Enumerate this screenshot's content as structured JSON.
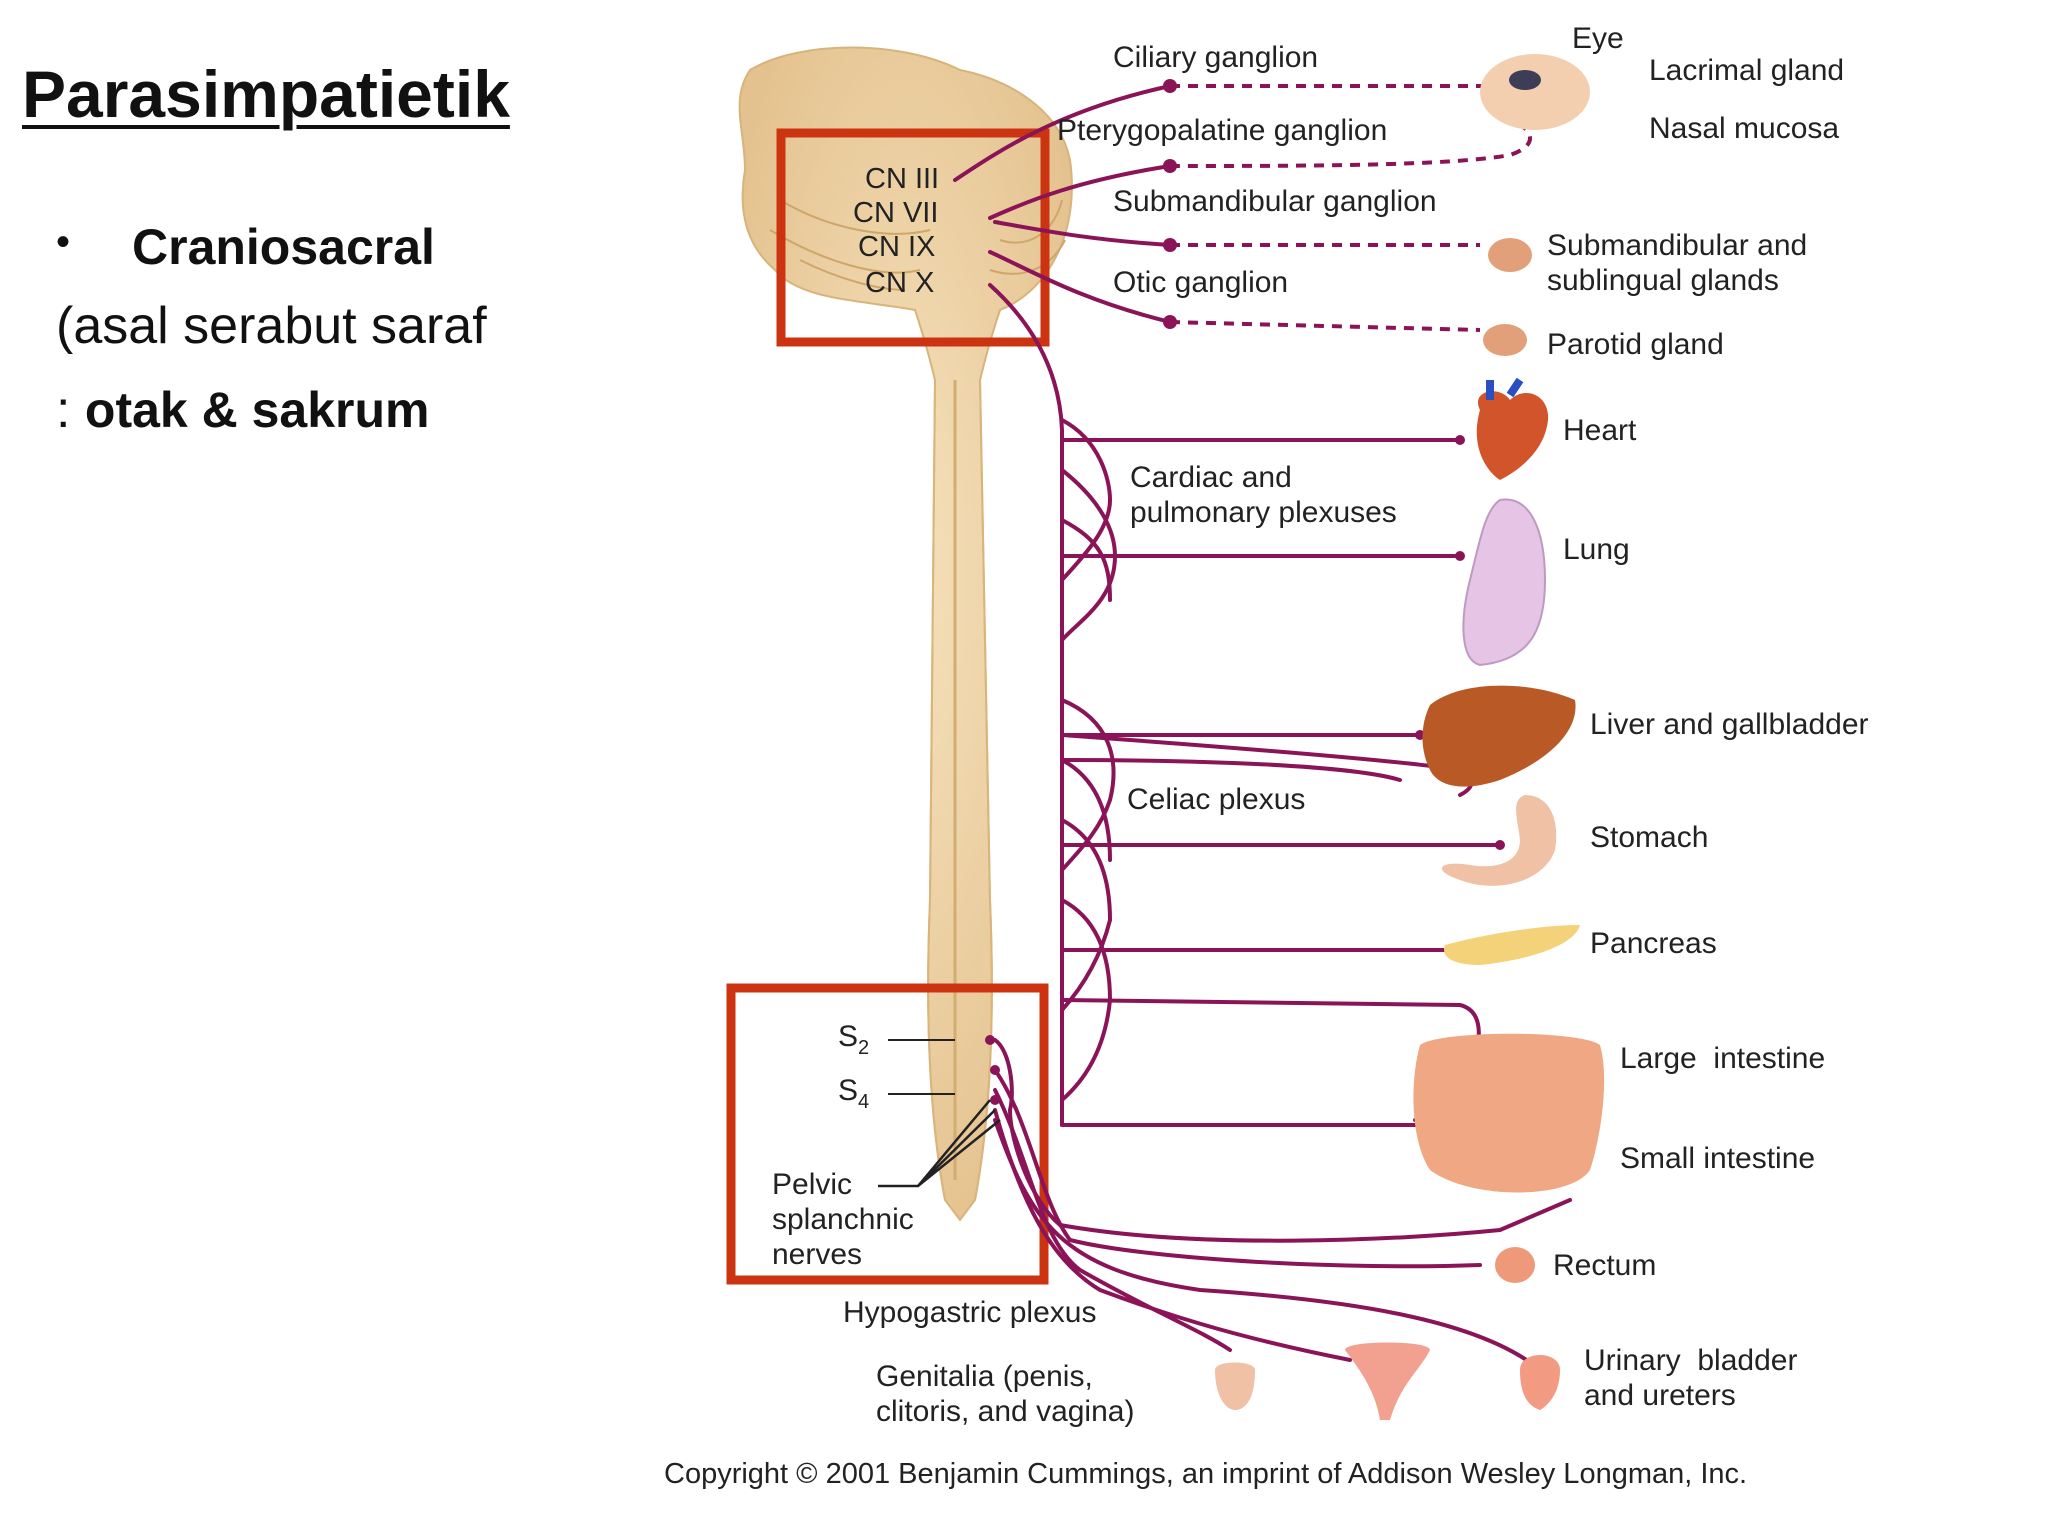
{
  "slide": {
    "title": "Parasimpatietik",
    "bullet": "Craniosacral",
    "line2": "(asal serabut saraf",
    "line3_prefix": ": ",
    "line3_bold": "otak & sakrum"
  },
  "diagram": {
    "cranial_nerves": [
      "CN III",
      "CN VII",
      "CN IX",
      "CN X"
    ],
    "sacral_levels": [
      "S",
      "S"
    ],
    "sacral_subscripts": [
      "2",
      "4"
    ],
    "ganglia": {
      "ciliary": "Ciliary ganglion",
      "pterygopalatine": "Pterygopalatine ganglion",
      "submandibular": "Submandibular ganglion",
      "otic": "Otic ganglion"
    },
    "plexuses": {
      "cardiac_1": "Cardiac and",
      "cardiac_2": "pulmonary plexuses",
      "celiac": "Celiac plexus",
      "hypogastric": "Hypogastric plexus"
    },
    "pelvic": [
      "Pelvic",
      "splanchnic",
      "nerves"
    ],
    "organs": {
      "eye": "Eye",
      "lacrimal": "Lacrimal gland",
      "nasal": "Nasal mucosa",
      "submandibular_1": "Submandibular and",
      "submandibular_2": "sublingual glands",
      "parotid": "Parotid gland",
      "heart": "Heart",
      "lung": "Lung",
      "liver": "Liver and gallbladder",
      "stomach": "Stomach",
      "pancreas": "Pancreas",
      "large_intestine": "Large  intestine",
      "small_intestine": "Small intestine",
      "rectum": "Rectum",
      "bladder_1": "Urinary  bladder",
      "bladder_2": "and ureters",
      "genitalia_1": "Genitalia (penis,",
      "genitalia_2": "clitoris, and vagina)"
    },
    "copyright": "Copyright © 2001 Benjamin Cummings, an imprint of Addison Wesley Longman, Inc.",
    "colors": {
      "nerve": "#8a1457",
      "highlight_box": "#cc3311",
      "cord": "#e9c995"
    }
  }
}
